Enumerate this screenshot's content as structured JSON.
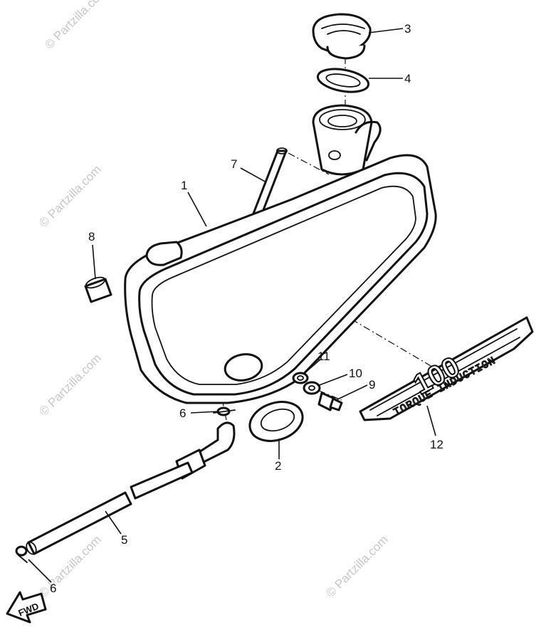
{
  "watermark": "© Partzilla.com",
  "callouts": {
    "c1": "1",
    "c2": "2",
    "c3": "3",
    "c4": "4",
    "c5": "5",
    "c6a": "6",
    "c6b": "6",
    "c7": "7",
    "c8": "8",
    "c9": "9",
    "c10": "10",
    "c11": "11",
    "c12": "12"
  },
  "decal": {
    "big_text": "100",
    "line1": "TORQUE INDUCTION"
  },
  "fwd": "FWD"
}
